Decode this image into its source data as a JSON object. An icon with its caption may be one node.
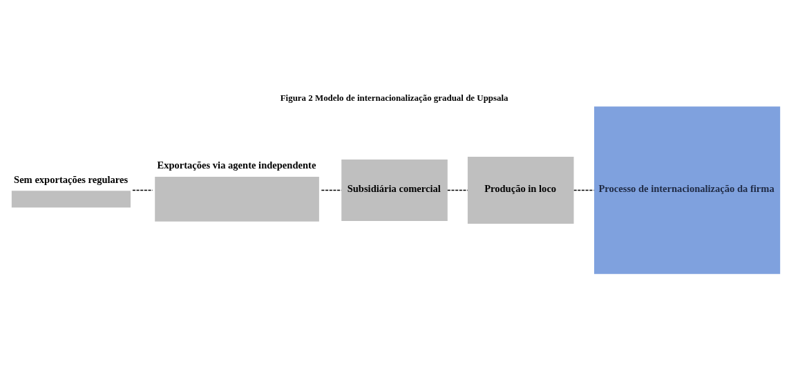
{
  "diagram": {
    "title": "Figura 2 Modelo de internacionalização gradual de Uppsala",
    "nodes": [
      {
        "text": [
          "Sem exportações regulares"
        ]
      },
      {
        "text": [
          "Exportações via agente independente"
        ]
      },
      {
        "text": [
          "Subsidiária comercial"
        ]
      },
      {
        "text": [
          "Produção in loco"
        ]
      },
      {
        "text": [
          "Processo de internacionalização da firma"
        ]
      }
    ],
    "edges": [
      {
        "from": 0,
        "to": 1,
        "arrow": "none",
        "style": "dashed"
      },
      {
        "from": 1,
        "to": 2,
        "arrow": "none",
        "style": "dashed"
      },
      {
        "from": 2,
        "to": 3,
        "arrow": "none",
        "style": "dashed"
      },
      {
        "from": 3,
        "to": 4,
        "arrow": "none",
        "style": "dashed"
      }
    ]
  }
}
